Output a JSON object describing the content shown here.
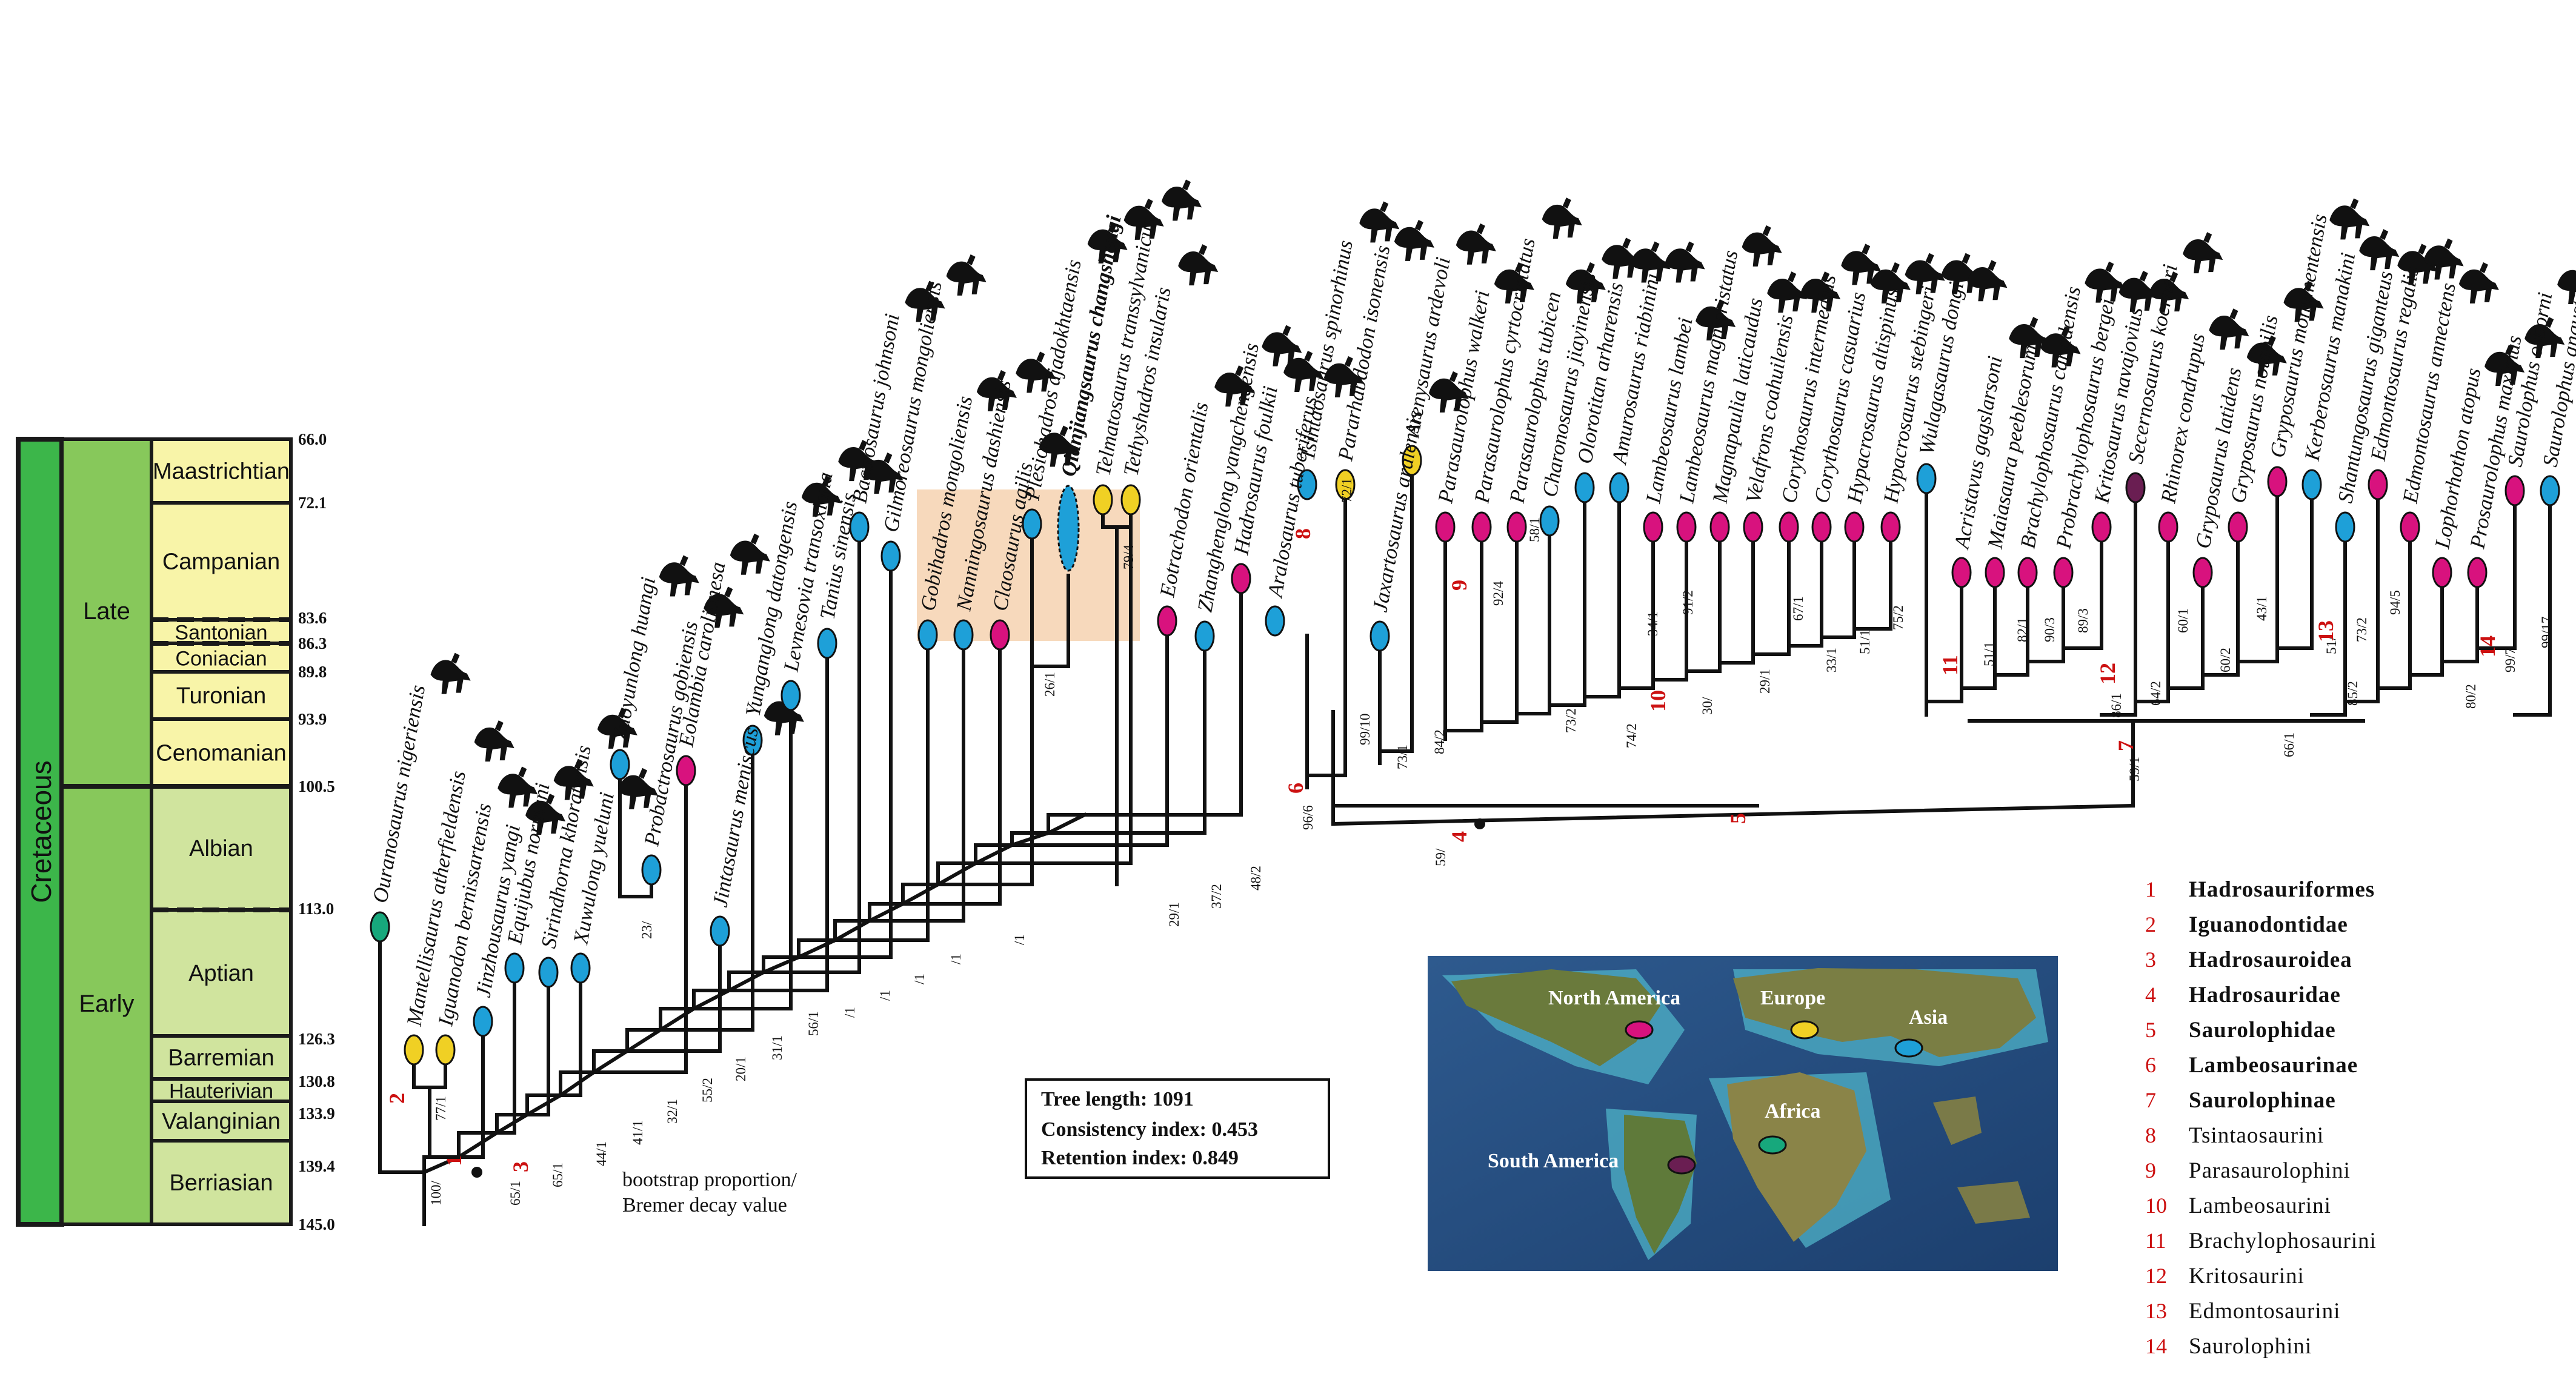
{
  "timescale": {
    "period": "Cretaceous",
    "epochs": [
      "Late",
      "Early"
    ],
    "stages": [
      "Maastrichtian",
      "Campanian",
      "Santonian",
      "Coniacian",
      "Turonian",
      "Cenomanian",
      "Albian",
      "Aptian",
      "Barremian",
      "Hauterivian",
      "Valanginian",
      "Berriasian"
    ],
    "ages": [
      "66.0",
      "72.1",
      "83.6",
      "86.3",
      "89.8",
      "93.9",
      "100.5",
      "113.0",
      "126.3",
      "130.8",
      "133.9",
      "139.4",
      "145.0"
    ],
    "colors": {
      "period": "#3cb64a",
      "epoch": "#87c85b",
      "stage_late": "#f8f4a8",
      "stage_early": "#d0e49e",
      "border": "#1a1a1a"
    }
  },
  "taxa": [
    {
      "name": "Ouranosaurus nigeriensis",
      "region": "africa"
    },
    {
      "name": "Mantellisaurus atherfieldensis",
      "region": "europe"
    },
    {
      "name": "Iguanodon bernissartensis",
      "region": "europe"
    },
    {
      "name": "Jinzhousaurus yangi",
      "region": "asia"
    },
    {
      "name": "Equijubus normani",
      "region": "asia"
    },
    {
      "name": "Sirindhorna khoratensis",
      "region": "asia"
    },
    {
      "name": "Xuwulong yueluni",
      "region": "asia"
    },
    {
      "name": "Zuoyunlong huangi",
      "region": "asia"
    },
    {
      "name": "Probactrosaurus gobiensis",
      "region": "asia"
    },
    {
      "name": "Eolambia caroljonesa",
      "region": "north-america"
    },
    {
      "name": "Jintasaurus meniscus",
      "region": "asia"
    },
    {
      "name": "Yunganglong datongensis",
      "region": "asia"
    },
    {
      "name": "Levnesovia transoxiana",
      "region": "asia"
    },
    {
      "name": "Tanius sinensis",
      "region": "asia"
    },
    {
      "name": "Bactrosaurus johnsoni",
      "region": "asia"
    },
    {
      "name": "Gilmoreosaurus mongoliensis",
      "region": "asia"
    },
    {
      "name": "Gobihadros mongoliensis",
      "region": "asia"
    },
    {
      "name": "Nanningosaurus dashiensis",
      "region": "asia"
    },
    {
      "name": "Claosaurus agilis",
      "region": "north-america"
    },
    {
      "name": "Plesiohadros djadokhtaensis",
      "region": "asia"
    },
    {
      "name": "Qianjiangsaurus changshengi",
      "region": "asia",
      "emphasis": true
    },
    {
      "name": "Telmatosaurus transsylvanicus",
      "region": "europe"
    },
    {
      "name": "Tethyshadros insularis",
      "region": "europe"
    },
    {
      "name": "Eotrachodon orientalis",
      "region": "north-america"
    },
    {
      "name": "Zhanghenglong yangchengensis",
      "region": "asia"
    },
    {
      "name": "Hadrosaurus foulkii",
      "region": "north-america"
    },
    {
      "name": "Aralosaurus tuberiferus",
      "region": "asia"
    },
    {
      "name": "Tsintaosaurus spinorhinus",
      "region": "asia"
    },
    {
      "name": "Pararhabdodon isonensis",
      "region": "europe"
    },
    {
      "name": "Jaxartosaurus aralensis",
      "region": "asia"
    },
    {
      "name": "Arenysaurus ardevoli",
      "region": "europe"
    },
    {
      "name": "Parasaurolophus walkeri",
      "region": "north-america"
    },
    {
      "name": "Parasaurolophus cyrtocristatus",
      "region": "north-america"
    },
    {
      "name": "Parasaurolophus tubicen",
      "region": "north-america"
    },
    {
      "name": "Charonosaurus jiayinensis",
      "region": "asia"
    },
    {
      "name": "Olorotitan arharensis",
      "region": "asia"
    },
    {
      "name": "Amurosaurus riabinini",
      "region": "asia"
    },
    {
      "name": "Lambeosaurus lambei",
      "region": "north-america"
    },
    {
      "name": "Lambeosaurus magnicristatus",
      "region": "north-america"
    },
    {
      "name": "Magnapaulia laticaudus",
      "region": "north-america"
    },
    {
      "name": "Velafrons coahuilensis",
      "region": "north-america"
    },
    {
      "name": "Corythosaurus intermedius",
      "region": "north-america"
    },
    {
      "name": "Corythosaurus casuarius",
      "region": "north-america"
    },
    {
      "name": "Hypacrosaurus altispinus",
      "region": "north-america"
    },
    {
      "name": "Hypacrosaurus stebingeri",
      "region": "north-america"
    },
    {
      "name": "Wulagasaurus dongi",
      "region": "asia"
    },
    {
      "name": "Acristavus gagslarsoni",
      "region": "north-america"
    },
    {
      "name": "Maiasaura peeblesorum",
      "region": "north-america"
    },
    {
      "name": "Brachylophosaurus canadensis",
      "region": "north-america"
    },
    {
      "name": "Probrachylophosaurus bergei",
      "region": "north-america"
    },
    {
      "name": "Kritosaurus navajovius",
      "region": "north-america"
    },
    {
      "name": "Secernosaurus koerneri",
      "region": "south-america"
    },
    {
      "name": "Rhinorex condrupus",
      "region": "north-america"
    },
    {
      "name": "Gryposaurus latidens",
      "region": "north-america"
    },
    {
      "name": "Gryposaurus notabilis",
      "region": "north-america"
    },
    {
      "name": "Gryposaurus monumentensis",
      "region": "north-america"
    },
    {
      "name": "Kerberosaurus manakini",
      "region": "asia"
    },
    {
      "name": "Shantungosaurus giganteus",
      "region": "asia"
    },
    {
      "name": "Edmontosaurus regalis",
      "region": "north-america"
    },
    {
      "name": "Edmontosaurus annectens",
      "region": "north-america"
    },
    {
      "name": "Lophorhothon atopus",
      "region": "north-america"
    },
    {
      "name": "Prosaurolophus maximus",
      "region": "north-america"
    },
    {
      "name": "Saurolophus osborni",
      "region": "north-america"
    },
    {
      "name": "Saurolophus angustirostris",
      "region": "asia"
    }
  ],
  "support_values": [
    "100/",
    "65/1",
    "77/1",
    "65/1",
    "44/1",
    "41/1",
    "23/",
    "32/1",
    "55/2",
    "20/1",
    "31/1",
    "56/1",
    "/1",
    "/1",
    "/1",
    "/1",
    "26/1",
    "79/4",
    "/1",
    "29/1",
    "37/2",
    "48/2",
    "59/",
    "96/6",
    "72/1",
    "99/10",
    "73/1",
    "84/2",
    "92/4",
    "58/1",
    "73/2",
    "74/2",
    "34/1",
    "91/2",
    "30/",
    "29/1",
    "67/1",
    "33/1",
    "51/1",
    "75/2",
    "51/1",
    "82/1",
    "90/3",
    "89/3",
    "59/1",
    "86/1",
    "64/2",
    "60/1",
    "60/2",
    "43/1",
    "66/1",
    "85/2",
    "51/",
    "73/2",
    "94/5",
    "80/2",
    "99/7",
    "99/17"
  ],
  "clade_numbers": [
    "1",
    "2",
    "3",
    "4",
    "5",
    "6",
    "7",
    "8",
    "9",
    "10",
    "11",
    "12",
    "13",
    "14"
  ],
  "legend": [
    {
      "num": "1",
      "name": "Hadrosauriformes",
      "bold": true
    },
    {
      "num": "2",
      "name": "Iguanodontidae",
      "bold": true
    },
    {
      "num": "3",
      "name": "Hadrosauroidea",
      "bold": true
    },
    {
      "num": "4",
      "name": "Hadrosauridae",
      "bold": true
    },
    {
      "num": "5",
      "name": "Saurolophidae",
      "bold": true
    },
    {
      "num": "6",
      "name": "Lambeosaurinae",
      "bold": true
    },
    {
      "num": "7",
      "name": "Saurolophinae",
      "bold": true
    },
    {
      "num": "8",
      "name": "Tsintaosaurini",
      "bold": false
    },
    {
      "num": "9",
      "name": "Parasaurolophini",
      "bold": false
    },
    {
      "num": "10",
      "name": "Lambeosaurini",
      "bold": false
    },
    {
      "num": "11",
      "name": "Brachylophosaurini",
      "bold": false
    },
    {
      "num": "12",
      "name": "Kritosaurini",
      "bold": false
    },
    {
      "num": "13",
      "name": "Edmontosaurini",
      "bold": false
    },
    {
      "num": "14",
      "name": "Saurolophini",
      "bold": false
    }
  ],
  "stats": [
    "Tree length: 1091",
    "Consistency index: 0.453",
    "Retention index: 0.849"
  ],
  "note_lines": [
    "bootstrap proportion/",
    "Bremer decay value"
  ],
  "map_regions": [
    {
      "label": "North America",
      "region": "north-america"
    },
    {
      "label": "Europe",
      "region": "europe"
    },
    {
      "label": "Asia",
      "region": "asia"
    },
    {
      "label": "Africa",
      "region": "africa"
    },
    {
      "label": "South America",
      "region": "south-america"
    }
  ],
  "region_colors": {
    "asia": "#1ea0d8",
    "europe": "#f0d024",
    "north-america": "#d8127e",
    "africa": "#17a87c",
    "south-america": "#6a1e52"
  },
  "highlight_color": "#f6d2b0",
  "clade_number_color": "#cc1111"
}
